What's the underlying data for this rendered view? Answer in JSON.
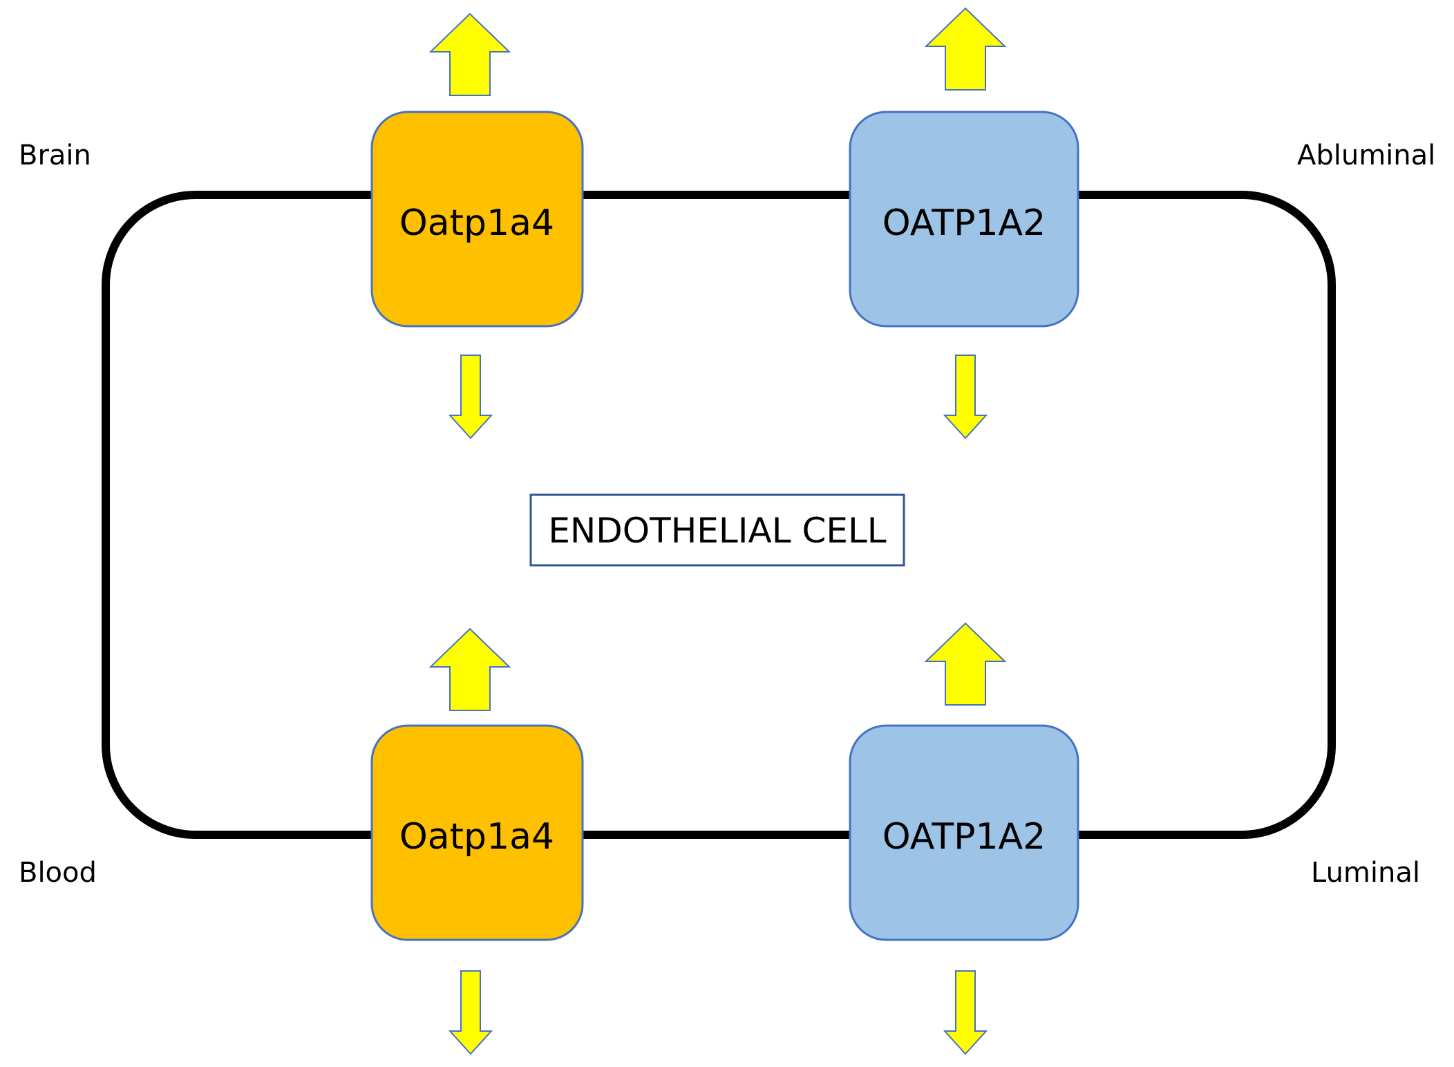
{
  "labels": {
    "top_left": "Brain",
    "top_right": "Abluminal",
    "bottom_left": "Blood",
    "bottom_right": "Luminal"
  },
  "transporters": {
    "top_left": "Oatp1a4",
    "top_right": "OATP1A2",
    "bottom_left": "Oatp1a4",
    "bottom_right": "OATP1A2"
  },
  "cell_label": "ENDOTHELIAL CELL",
  "colors": {
    "oatp1a4_fill": "#FFC000",
    "oatp1a4_stroke": "#4472C4",
    "oatp1a2_fill": "#9DC3E6",
    "oatp1a2_stroke": "#4472C4",
    "arrow_fill": "#FFFF00",
    "arrow_stroke": "#4472C4",
    "membrane": "#000000",
    "cell_box_stroke": "#2F5597"
  },
  "arrows": {
    "up_arrows": 4,
    "down_arrows": 4
  }
}
